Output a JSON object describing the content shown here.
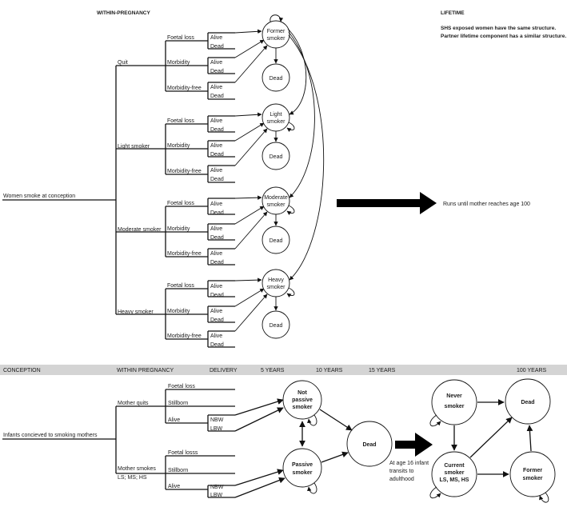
{
  "top": {
    "header_left": "WITHIN-PREGNANCY",
    "header_right": "LIFETIME",
    "note_line1": "SHS exposed women have the same structure.",
    "note_line2": "Partner lifetime component has a similar structure.",
    "root": "Women smoke at conception",
    "branches": [
      "Quit",
      "Light smoker",
      "Moderate smoker",
      "Heavy smoker"
    ],
    "outcomes": [
      "Foetal loss",
      "Morbidity",
      "Morbidity-free"
    ],
    "alive": "Alive",
    "dead": "Dead",
    "states": [
      [
        "Former",
        "smoker"
      ],
      [
        "Light",
        "smoker"
      ],
      [
        "Moderate",
        "smoker"
      ],
      [
        "Heavy",
        "smoker"
      ]
    ],
    "dead_state": "Dead",
    "runs_until": "Runs until mother reaches age 100"
  },
  "bottom": {
    "timeline": [
      "CONCEPTION",
      "WITHIN PREGNANCY",
      "DELIVERY",
      "5 YEARS",
      "10 YEARS",
      "15 YEARS",
      "100 YEARS"
    ],
    "root": "Infants concieved to smoking mothers",
    "mother_quits": "Mother quits",
    "mother_smokes_l1": "Mother smokes",
    "mother_smokes_l2": "LS; MS; HS",
    "quit_outcomes": [
      "Foetal loss",
      "Stillborn",
      "Alive"
    ],
    "smoke_outcomes": [
      "Foetal losss",
      "Stillborn",
      "Alive"
    ],
    "nbw": "NBW",
    "lbw": "LBW",
    "not_passive": [
      "Not",
      "passive",
      "smoker"
    ],
    "passive": [
      "Passive",
      "smoker"
    ],
    "dead": "Dead",
    "transit_l1": "At age 16 infant",
    "transit_l2": "transits to",
    "transit_l3": "adulthood",
    "never": [
      "Never",
      "smoker"
    ],
    "adult_dead": "Dead",
    "current": [
      "Current",
      "smoker",
      "LS, MS, HS"
    ],
    "former": [
      "Former",
      "smoker"
    ]
  }
}
